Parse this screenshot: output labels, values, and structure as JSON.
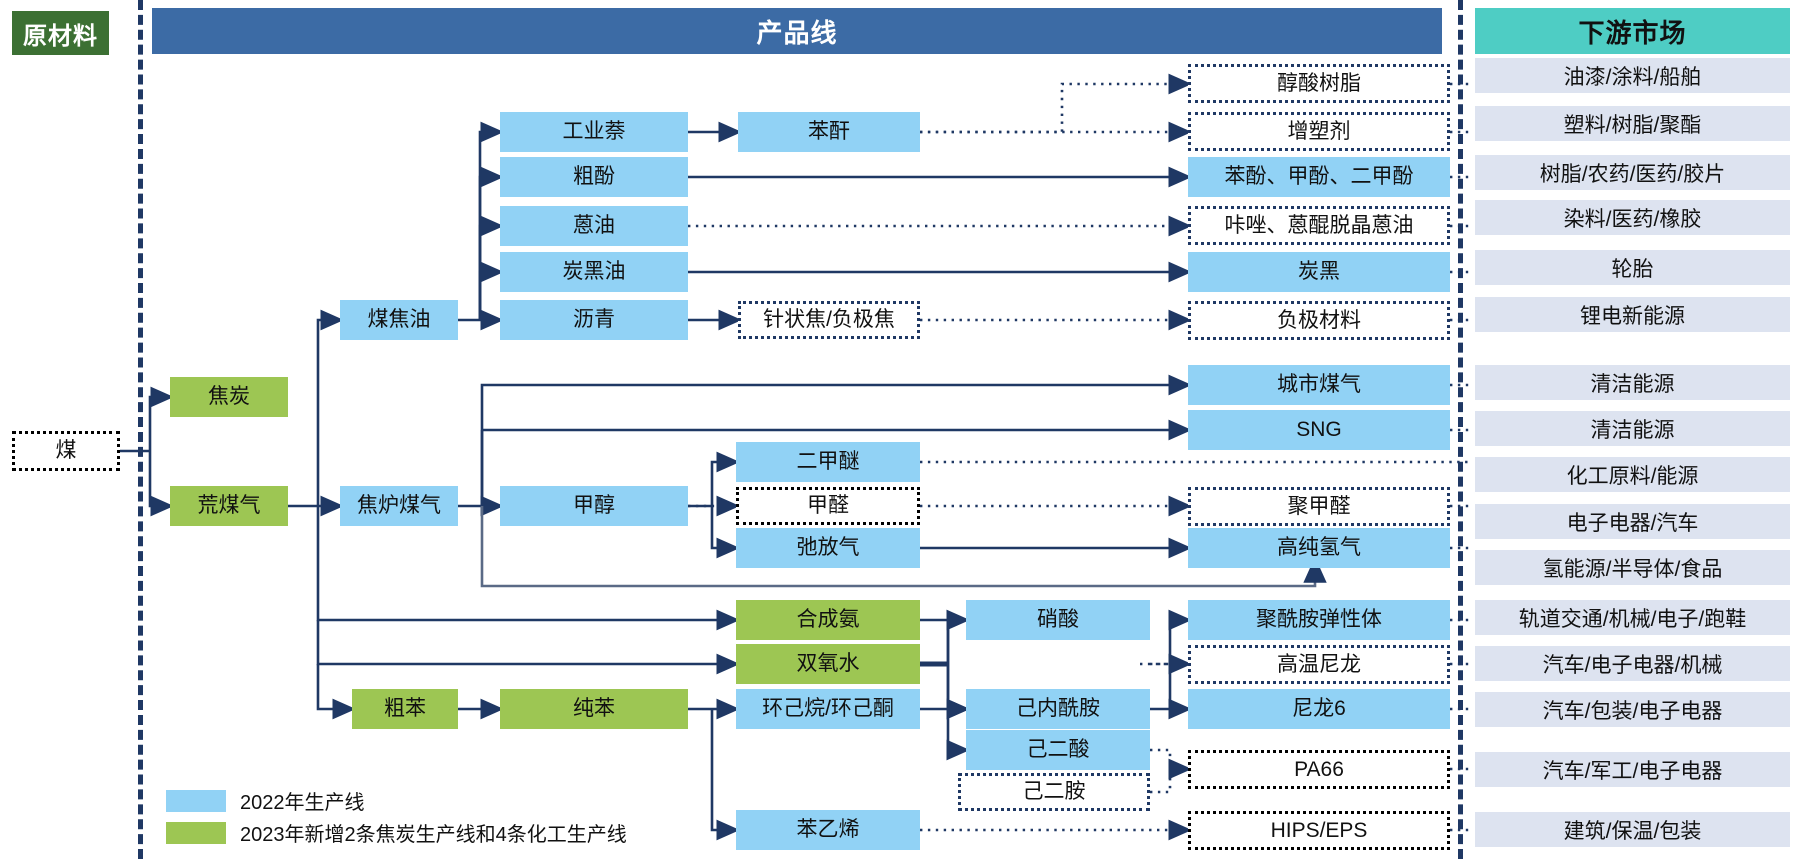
{
  "headers": {
    "raw_material": "原材料",
    "product_line": "产品线",
    "downstream_market": "下游市场"
  },
  "legend": {
    "items": [
      {
        "color": "#91d2f5",
        "label": "2022年生产线"
      },
      {
        "color": "#9dc653",
        "label": "2023年新增2条焦炭生产线和4条化工生产线"
      }
    ]
  },
  "nodes": {
    "coal": "煤",
    "coke": "焦炭",
    "raw_gas": "荒煤气",
    "coal_tar": "煤焦油",
    "coke_oven_gas": "焦炉煤气",
    "crude_benzene": "粗苯",
    "industrial_naphthalene": "工业萘",
    "crude_phenol": "粗酚",
    "anthracene_oil": "蒽油",
    "carbon_black_oil": "炭黑油",
    "pitch": "沥青",
    "methanol": "甲醇",
    "pure_benzene": "纯苯",
    "phthalic_anhydride": "苯酐",
    "needle_coke": "针状焦/负极焦",
    "dimethyl_ether": "二甲醚",
    "formaldehyde": "甲醛",
    "purge_gas": "弛放气",
    "synthetic_ammonia": "合成氨",
    "hydrogen_peroxide": "双氧水",
    "cyclohexane": "环己烷/环己酮",
    "styrene": "苯乙烯",
    "nitric_acid": "硝酸",
    "caprolactam": "己内酰胺",
    "adipic_acid": "己二酸",
    "hexanediamine": "己二胺",
    "alkyd_resin": "醇酸树脂",
    "plasticizer": "增塑剂",
    "phenols": "苯酚、甲酚、二甲酚",
    "carbazole": "咔唑、蒽醌脱晶蒽油",
    "carbon_black": "炭黑",
    "anode_material": "负极材料",
    "city_gas": "城市煤气",
    "sng": "SNG",
    "polyoxymethylene": "聚甲醛",
    "high_purity_hydrogen": "高纯氢气",
    "polyamide_elastomer": "聚酰胺弹性体",
    "high_temp_nylon": "高温尼龙",
    "nylon6": "尼龙6",
    "pa66": "PA66",
    "hips_eps": "HIPS/EPS"
  },
  "markets": {
    "m1": "油漆/涂料/船舶",
    "m2": "塑料/树脂/聚酯",
    "m3": "树脂/农药/医药/胶片",
    "m4": "染料/医药/橡胶",
    "m5": "轮胎",
    "m6": "锂电新能源",
    "m7": "清洁能源",
    "m8": "清洁能源",
    "m9": "化工原料/能源",
    "m10": "电子电器/汽车",
    "m11": "氢能源/半导体/食品",
    "m12": "轨道交通/机械/电子/跑鞋",
    "m13": "汽车/电子电器/机械",
    "m14": "汽车/包装/电子电器",
    "m15": "汽车/军工/电子电器",
    "m16": "建筑/保温/包装"
  },
  "colors": {
    "accent_blue": "#91d2f5",
    "accent_green": "#9dc653",
    "header_green": "#3c7033",
    "header_blue": "#3c6ba5",
    "header_teal": "#4ecdc4",
    "market_bg": "#dde3f0",
    "line": "#1f3864"
  }
}
